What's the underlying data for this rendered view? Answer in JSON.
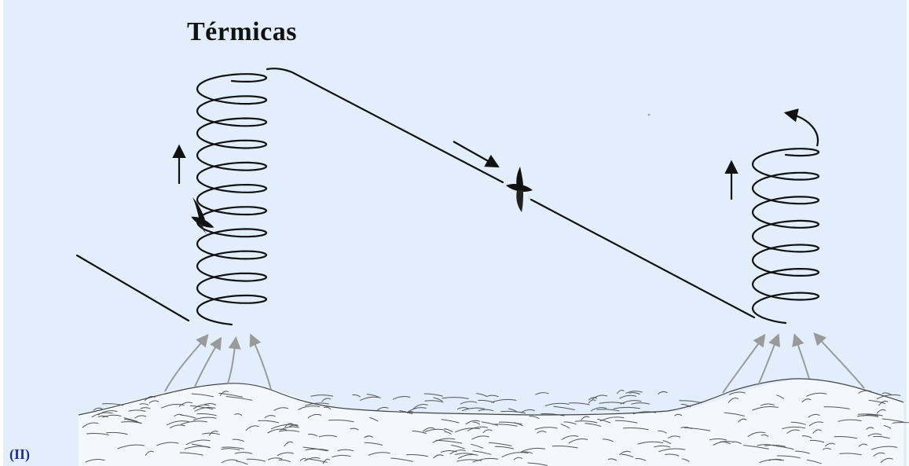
{
  "title": "Térmicas",
  "figure_label": "(II)",
  "colors": {
    "background": "#e2eefc",
    "path": "#111111",
    "updraft_arrows": "#9a9a9a",
    "terrain_ink": "#555555",
    "terrain_fill": "#f4f7fb",
    "label": "#1f2f8a"
  },
  "elements": {
    "thermals": [
      "left-thermal",
      "right-thermal"
    ],
    "birds": [
      "soaring-bird",
      "gliding-bird"
    ],
    "motion_arrows": [
      "climb-arrow-left",
      "glide-direction-arrow",
      "climb-arrow-right",
      "exit-arrow-right"
    ]
  }
}
